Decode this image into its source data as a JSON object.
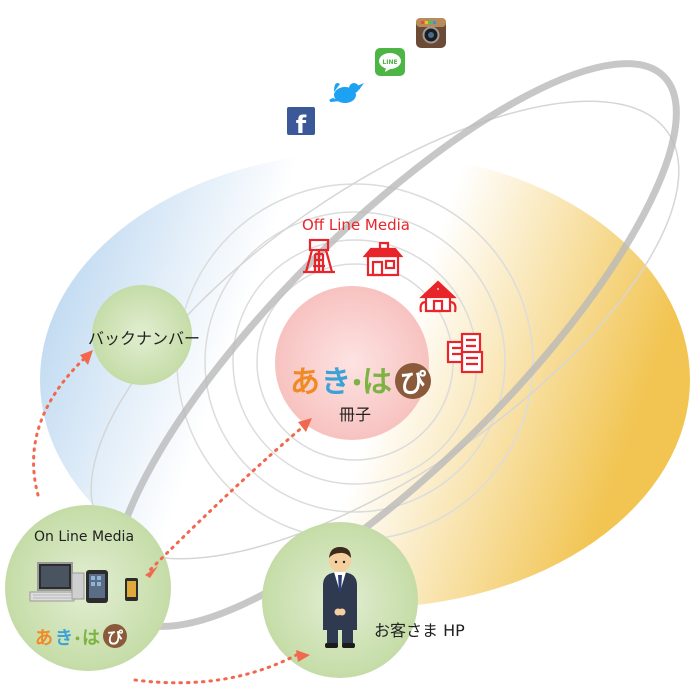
{
  "offline_label": "Off Line Media",
  "online_label": "On Line Media",
  "backnumber_label": "バックナンバー",
  "customer_hp_label": "お客さま HP",
  "booklet_label": "冊子",
  "logo": {
    "chars": [
      "あ",
      "き",
      "・",
      "は",
      "ぴ"
    ]
  },
  "social": {
    "facebook_text": "f",
    "line_text": "LINE"
  },
  "icons": {
    "social": [
      "facebook-icon",
      "twitter-icon",
      "line-icon",
      "instagram-icon"
    ],
    "offline": [
      "tower-icon",
      "shop-icon",
      "house-icon",
      "buildings-icon"
    ],
    "online": [
      "desktop-computer-icon",
      "tablet-icon",
      "smartphone-icon"
    ]
  },
  "colors": {
    "offline_red": "#e8252a",
    "arrow_orange": "#f2684f",
    "facebook_blue": "#3b5998",
    "twitter_blue": "#1da1f2",
    "line_green": "#4cb543",
    "logo_orange": "#f08a24",
    "logo_blue": "#3aa2d6",
    "logo_green": "#7cb342",
    "logo_brown": "#8a5a3a",
    "field_blue": "#a9ccec",
    "field_yellow": "#f1c24a",
    "bubble_green": "#cfe3b5",
    "center_pink": "#f9c9c7"
  }
}
